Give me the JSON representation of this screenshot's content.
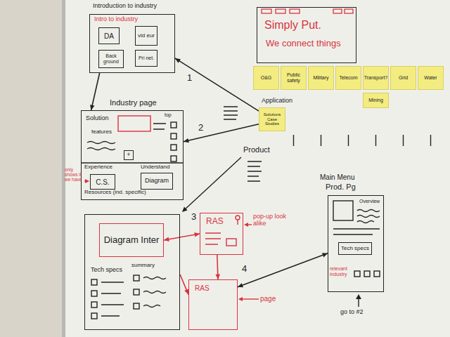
{
  "diagram": {
    "nodes": [
      {
        "text": [
          "Introduction to industry",
          "Intro to industry"
        ]
      },
      {
        "text": [
          "DA"
        ],
        "in": 0
      },
      {
        "text": [
          "vid eur"
        ],
        "in": 0
      },
      {
        "text": [
          "Back ground"
        ],
        "in": 0
      },
      {
        "text": [
          "Pri net."
        ],
        "in": 0
      },
      {
        "text": [
          "Simply Put.",
          "We connect things"
        ]
      },
      {
        "text": [
          "O&G"
        ]
      },
      {
        "text": [
          "Public safety"
        ]
      },
      {
        "text": [
          "Military"
        ]
      },
      {
        "text": [
          "Telecom"
        ]
      },
      {
        "text": [
          "Transport?"
        ]
      },
      {
        "text": [
          "Grid"
        ]
      },
      {
        "text": [
          "Water"
        ]
      },
      {
        "text": [
          "Mining"
        ]
      },
      {
        "text": [
          "Solutions",
          "Case Studies"
        ]
      },
      {
        "text": [
          "Industry page",
          "Solution",
          "features",
          "top",
          "Experience",
          "Understand",
          "Resources (ind. specific)"
        ]
      },
      {
        "text": [
          "+"
        ],
        "in": 15
      },
      {
        "text": [
          "C.S."
        ],
        "in": 15
      },
      {
        "text": [
          "Diagram"
        ],
        "in": 15
      },
      {
        "text": [
          "Tech specs",
          "summary"
        ]
      },
      {
        "text": [
          "Diagram Inter"
        ],
        "in": 19
      },
      {
        "text": [
          "RAS"
        ]
      },
      {
        "text": [
          "RAS"
        ]
      },
      {
        "text": [
          "Main Menu",
          "Prod. Pg",
          "Overview",
          "relevant industry"
        ]
      },
      {
        "text": [
          "Tech specs"
        ],
        "in": 23
      }
    ],
    "edges": [
      {
        "from": 14,
        "to": 0,
        "arrow": "to"
      },
      {
        "from": 14,
        "to": 15,
        "arrow": "to"
      },
      {
        "from": 0,
        "to": 15,
        "arrow": "to"
      },
      {
        "from": 20,
        "to": 21,
        "arrow": "both"
      },
      {
        "from": 21,
        "to": 22,
        "arrow": "to"
      },
      {
        "from": 19,
        "to": 22,
        "arrow": "to"
      },
      {
        "from": 22,
        "to": 23,
        "arrow": "both"
      }
    ],
    "labels": [
      "Application",
      "1",
      "2",
      "Product",
      "3",
      "only shows if we have",
      "pop-up look alike",
      "4",
      "page",
      "go to #2"
    ]
  }
}
